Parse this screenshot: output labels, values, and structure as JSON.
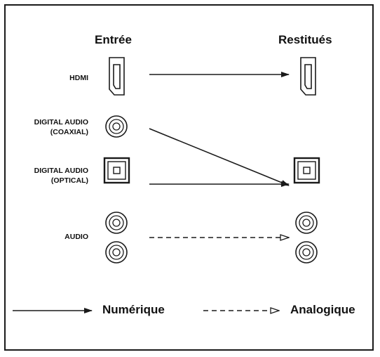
{
  "headers": {
    "input": "Entrée",
    "output": "Restitués"
  },
  "labels": {
    "hdmi": "HDMI",
    "coax_line1": "DIGITAL AUDIO",
    "coax_line2": "(COAXIAL)",
    "optical_line1": "DIGITAL AUDIO",
    "optical_line2": "(OPTICAL)",
    "audio": "AUDIO"
  },
  "legend": {
    "digital": "Numérique",
    "analog": "Analogique"
  },
  "colors": {
    "line": "#1a1a1a",
    "background": "#ffffff"
  }
}
